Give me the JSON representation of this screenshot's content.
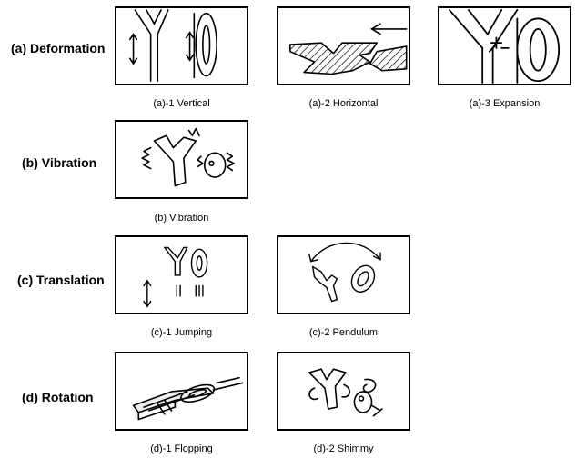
{
  "rows": [
    {
      "label": "(a) Deformation",
      "panels": [
        {
          "caption": "(a)-1 Vertical"
        },
        {
          "caption": "(a)-2 Horizontal"
        },
        {
          "caption": "(a)-3 Expansion"
        }
      ]
    },
    {
      "label": "(b) Vibration",
      "panels": [
        {
          "caption": "(b) Vibration"
        }
      ]
    },
    {
      "label": "(c) Translation",
      "panels": [
        {
          "caption": "(c)-1 Jumping"
        },
        {
          "caption": "(c)-2 Pendulum"
        }
      ]
    },
    {
      "label": "(d) Rotation",
      "panels": [
        {
          "caption": "(d)-1 Flopping"
        },
        {
          "caption": "(d)-2 Shimmy"
        }
      ]
    }
  ]
}
